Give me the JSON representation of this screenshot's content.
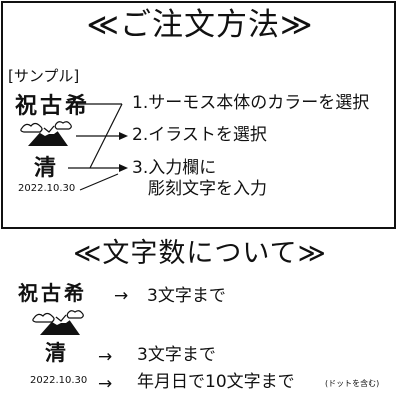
{
  "top": {
    "title": "≪ご注文方法≫",
    "sample_tag": "[サンプル]",
    "sample_text": "祝古希",
    "sample_name": "清",
    "sample_date": "2022.10.30",
    "steps": [
      "1.サーモス本体のカラーを選択",
      "2.イラストを選択",
      "3.入力欄に",
      "彫刻文字を入力"
    ]
  },
  "bottom": {
    "title": "≪文字数について≫",
    "sample_text": "祝古希",
    "sample_name": "清",
    "sample_date": "2022.10.30",
    "arrow": "→",
    "rows": [
      "3文字まで",
      "3文字まで",
      "年月日で10文字まで"
    ],
    "note": "(ドットを含む)"
  },
  "icons": [
    "mount-fuji-icon",
    "arrow-right-icon"
  ],
  "colors": {
    "ink": "#111111",
    "background": "#ffffff"
  }
}
